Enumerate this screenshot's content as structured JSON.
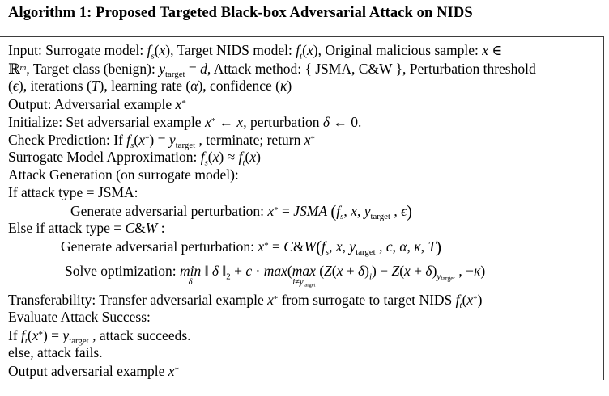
{
  "title": "Algorithm 1: Proposed Targeted Black-box Adversarial Attack on NIDS",
  "algorithm": {
    "lines": [
      {
        "indent": 0,
        "segments": [
          {
            "t": "Input: Surrogate model: ",
            "s": "r"
          },
          {
            "t": "f",
            "s": "i"
          },
          {
            "t": "s",
            "s": "isub"
          },
          {
            "t": "(",
            "s": "r"
          },
          {
            "t": "x",
            "s": "i"
          },
          {
            "t": "), Target NIDS model: ",
            "s": "r"
          },
          {
            "t": "f",
            "s": "i"
          },
          {
            "t": "t",
            "s": "isub"
          },
          {
            "t": "(",
            "s": "r"
          },
          {
            "t": "x",
            "s": "i"
          },
          {
            "t": "), Original malicious sample: ",
            "s": "r"
          },
          {
            "t": "x",
            "s": "i"
          },
          {
            "t": " ∈",
            "s": "r"
          }
        ]
      },
      {
        "indent": 0,
        "segments": [
          {
            "t": "ℝ",
            "s": "r"
          },
          {
            "t": "m",
            "s": "isup"
          },
          {
            "t": ", Target class (benign): ",
            "s": "r"
          },
          {
            "t": "y",
            "s": "i"
          },
          {
            "t": "target",
            "s": "sub"
          },
          {
            "t": " = ",
            "s": "r"
          },
          {
            "t": "d",
            "s": "i"
          },
          {
            "t": ", Attack method: { JSMA, C&W }, Perturbation threshold",
            "s": "r"
          }
        ]
      },
      {
        "indent": 0,
        "segments": [
          {
            "t": "(",
            "s": "r"
          },
          {
            "t": "ϵ",
            "s": "i"
          },
          {
            "t": "), iterations (",
            "s": "r"
          },
          {
            "t": "T",
            "s": "i"
          },
          {
            "t": "), learning rate (",
            "s": "r"
          },
          {
            "t": "α",
            "s": "i"
          },
          {
            "t": "), confidence (",
            "s": "r"
          },
          {
            "t": "κ",
            "s": "i"
          },
          {
            "t": ")",
            "s": "r"
          }
        ]
      },
      {
        "indent": 0,
        "segments": [
          {
            "t": "Output: Adversarial example ",
            "s": "r"
          },
          {
            "t": "x",
            "s": "i"
          },
          {
            "t": "*",
            "s": "sp"
          }
        ]
      },
      {
        "indent": 0,
        "segments": [
          {
            "t": "Initialize: Set adversarial example ",
            "s": "r"
          },
          {
            "t": "x",
            "s": "i"
          },
          {
            "t": "*",
            "s": "sp"
          },
          {
            "t": " ← ",
            "s": "r"
          },
          {
            "t": "x",
            "s": "i"
          },
          {
            "t": ", perturbation ",
            "s": "r"
          },
          {
            "t": "δ",
            "s": "i"
          },
          {
            "t": " ← 0.",
            "s": "r"
          }
        ]
      },
      {
        "indent": 0,
        "segments": [
          {
            "t": "Check Prediction: If ",
            "s": "r"
          },
          {
            "t": "f",
            "s": "i"
          },
          {
            "t": "s",
            "s": "isub"
          },
          {
            "t": "(",
            "s": "r"
          },
          {
            "t": "x",
            "s": "i"
          },
          {
            "t": "*",
            "s": "sp"
          },
          {
            "t": ") = ",
            "s": "r"
          },
          {
            "t": "y",
            "s": "i"
          },
          {
            "t": "target",
            "s": "sub"
          },
          {
            "t": " , terminate; return ",
            "s": "r"
          },
          {
            "t": "x",
            "s": "i"
          },
          {
            "t": "*",
            "s": "sp"
          }
        ]
      },
      {
        "indent": 0,
        "segments": [
          {
            "t": "Surrogate Model Approximation: ",
            "s": "r"
          },
          {
            "t": "f",
            "s": "i"
          },
          {
            "t": "s",
            "s": "isub"
          },
          {
            "t": "(",
            "s": "r"
          },
          {
            "t": "x",
            "s": "i"
          },
          {
            "t": ") ≈ ",
            "s": "r"
          },
          {
            "t": "f",
            "s": "i"
          },
          {
            "t": "t",
            "s": "isub"
          },
          {
            "t": "(",
            "s": "r"
          },
          {
            "t": "x",
            "s": "i"
          },
          {
            "t": ")",
            "s": "r"
          }
        ]
      },
      {
        "indent": 0,
        "segments": [
          {
            "t": "Attack Generation (on surrogate model):",
            "s": "r"
          }
        ]
      },
      {
        "indent": 0,
        "segments": [
          {
            "t": "If attack type = JSMA:",
            "s": "r"
          }
        ]
      },
      {
        "indent": 77,
        "segments": [
          {
            "t": "Generate adversarial perturbation: ",
            "s": "r"
          },
          {
            "t": "x",
            "s": "i"
          },
          {
            "t": "*",
            "s": "sp"
          },
          {
            "t": " = ",
            "s": "r"
          },
          {
            "t": "JSMA",
            "s": "i"
          },
          {
            "t": " ",
            "s": "r"
          },
          {
            "t": "(",
            "s": "mp"
          },
          {
            "t": "f",
            "s": "i"
          },
          {
            "t": "s",
            "s": "isub"
          },
          {
            "t": ", ",
            "s": "r"
          },
          {
            "t": "x",
            "s": "i"
          },
          {
            "t": ", ",
            "s": "r"
          },
          {
            "t": "y",
            "s": "i"
          },
          {
            "t": "target",
            "s": "sub"
          },
          {
            "t": " , ",
            "s": "r"
          },
          {
            "t": "ϵ",
            "s": "i"
          },
          {
            "t": ")",
            "s": "mp"
          }
        ]
      },
      {
        "indent": 0,
        "segments": [
          {
            "t": "Else if attack type = ",
            "s": "r"
          },
          {
            "t": "C",
            "s": "i"
          },
          {
            "t": "&",
            "s": "r"
          },
          {
            "t": "W",
            "s": "i"
          },
          {
            "t": " :",
            "s": "r"
          }
        ]
      },
      {
        "indent": 65,
        "segments": [
          {
            "t": "Generate adversarial perturbation: ",
            "s": "r"
          },
          {
            "t": "x",
            "s": "i"
          },
          {
            "t": "*",
            "s": "sp"
          },
          {
            "t": " = ",
            "s": "r"
          },
          {
            "t": "C",
            "s": "i"
          },
          {
            "t": "&",
            "s": "r"
          },
          {
            "t": "W",
            "s": "i"
          },
          {
            "t": "(",
            "s": "mp"
          },
          {
            "t": "f",
            "s": "i"
          },
          {
            "t": "s",
            "s": "isub"
          },
          {
            "t": ", ",
            "s": "r"
          },
          {
            "t": "x",
            "s": "i"
          },
          {
            "t": ", ",
            "s": "r"
          },
          {
            "t": "y",
            "s": "i"
          },
          {
            "t": "target",
            "s": "sub"
          },
          {
            "t": " , ",
            "s": "r"
          },
          {
            "t": "c",
            "s": "i"
          },
          {
            "t": ", ",
            "s": "r"
          },
          {
            "t": "α",
            "s": "i"
          },
          {
            "t": ", ",
            "s": "r"
          },
          {
            "t": "κ",
            "s": "i"
          },
          {
            "t": ", ",
            "s": "r"
          },
          {
            "t": "T",
            "s": "i"
          },
          {
            "t": ")",
            "s": "mp"
          }
        ]
      },
      {
        "indent": 70,
        "tall": true,
        "segments": [
          {
            "t": "Solve optimization: ",
            "s": "r"
          },
          {
            "stack": true,
            "top": [
              {
                "t": "min",
                "s": "i"
              }
            ],
            "bottom": [
              {
                "t": "δ",
                "s": "i"
              }
            ]
          },
          {
            "t": " ‖ ",
            "s": "r"
          },
          {
            "t": "δ",
            "s": "i"
          },
          {
            "t": " ‖",
            "s": "r"
          },
          {
            "t": "2",
            "s": "sub"
          },
          {
            "t": " + ",
            "s": "r"
          },
          {
            "t": "c",
            "s": "i"
          },
          {
            "t": " · ",
            "s": "r"
          },
          {
            "t": "max",
            "s": "i"
          },
          {
            "t": "(",
            "s": "bp"
          },
          {
            "stack": true,
            "top": [
              {
                "t": "max",
                "s": "i"
              }
            ],
            "bottom": [
              {
                "t": "i",
                "s": "i"
              },
              {
                "t": "≠",
                "s": "r"
              },
              {
                "t": "y",
                "s": "i"
              },
              {
                "t": "target",
                "s": "sub"
              }
            ]
          },
          {
            "t": " (",
            "s": "r"
          },
          {
            "t": "Z",
            "s": "i"
          },
          {
            "t": "(",
            "s": "r"
          },
          {
            "t": "x",
            "s": "i"
          },
          {
            "t": " + ",
            "s": "r"
          },
          {
            "t": "δ",
            "s": "i"
          },
          {
            "t": ")",
            "s": "r"
          },
          {
            "t": "i",
            "s": "isub"
          },
          {
            "t": ") − ",
            "s": "r"
          },
          {
            "t": "Z",
            "s": "i"
          },
          {
            "t": "(",
            "s": "r"
          },
          {
            "t": "x",
            "s": "i"
          },
          {
            "t": " + ",
            "s": "r"
          },
          {
            "t": "δ",
            "s": "i"
          },
          {
            "t": ")",
            "s": "r"
          },
          {
            "t": "y",
            "s": "isub"
          },
          {
            "t": "target",
            "s": "sub2"
          },
          {
            "t": " , −",
            "s": "r"
          },
          {
            "t": "κ",
            "s": "i"
          },
          {
            "t": ")",
            "s": "bp"
          }
        ]
      },
      {
        "indent": 0,
        "segments": [
          {
            "t": "Transferability: Transfer adversarial example ",
            "s": "r"
          },
          {
            "t": "x",
            "s": "i"
          },
          {
            "t": "*",
            "s": "sp"
          },
          {
            "t": " from surrogate to target NIDS ",
            "s": "r"
          },
          {
            "t": "f",
            "s": "i"
          },
          {
            "t": "t",
            "s": "isub"
          },
          {
            "t": "(",
            "s": "r"
          },
          {
            "t": "x",
            "s": "i"
          },
          {
            "t": "*",
            "s": "sp"
          },
          {
            "t": ")",
            "s": "r"
          }
        ]
      },
      {
        "indent": 0,
        "segments": [
          {
            "t": "Evaluate Attack Success:",
            "s": "r"
          }
        ]
      },
      {
        "indent": 0,
        "segments": [
          {
            "t": "If ",
            "s": "r"
          },
          {
            "t": "f",
            "s": "i"
          },
          {
            "t": "t",
            "s": "isub"
          },
          {
            "t": "(",
            "s": "r"
          },
          {
            "t": "x",
            "s": "i"
          },
          {
            "t": "*",
            "s": "sp"
          },
          {
            "t": ") = ",
            "s": "r"
          },
          {
            "t": "y",
            "s": "i"
          },
          {
            "t": "target",
            "s": "sub"
          },
          {
            "t": " , attack succeeds.",
            "s": "r"
          }
        ]
      },
      {
        "indent": 0,
        "segments": [
          {
            "t": "else, attack fails.",
            "s": "r"
          }
        ]
      },
      {
        "indent": 0,
        "segments": [
          {
            "t": "Output adversarial example ",
            "s": "r"
          },
          {
            "t": "x",
            "s": "i"
          },
          {
            "t": "*",
            "s": "sp"
          }
        ]
      }
    ]
  }
}
